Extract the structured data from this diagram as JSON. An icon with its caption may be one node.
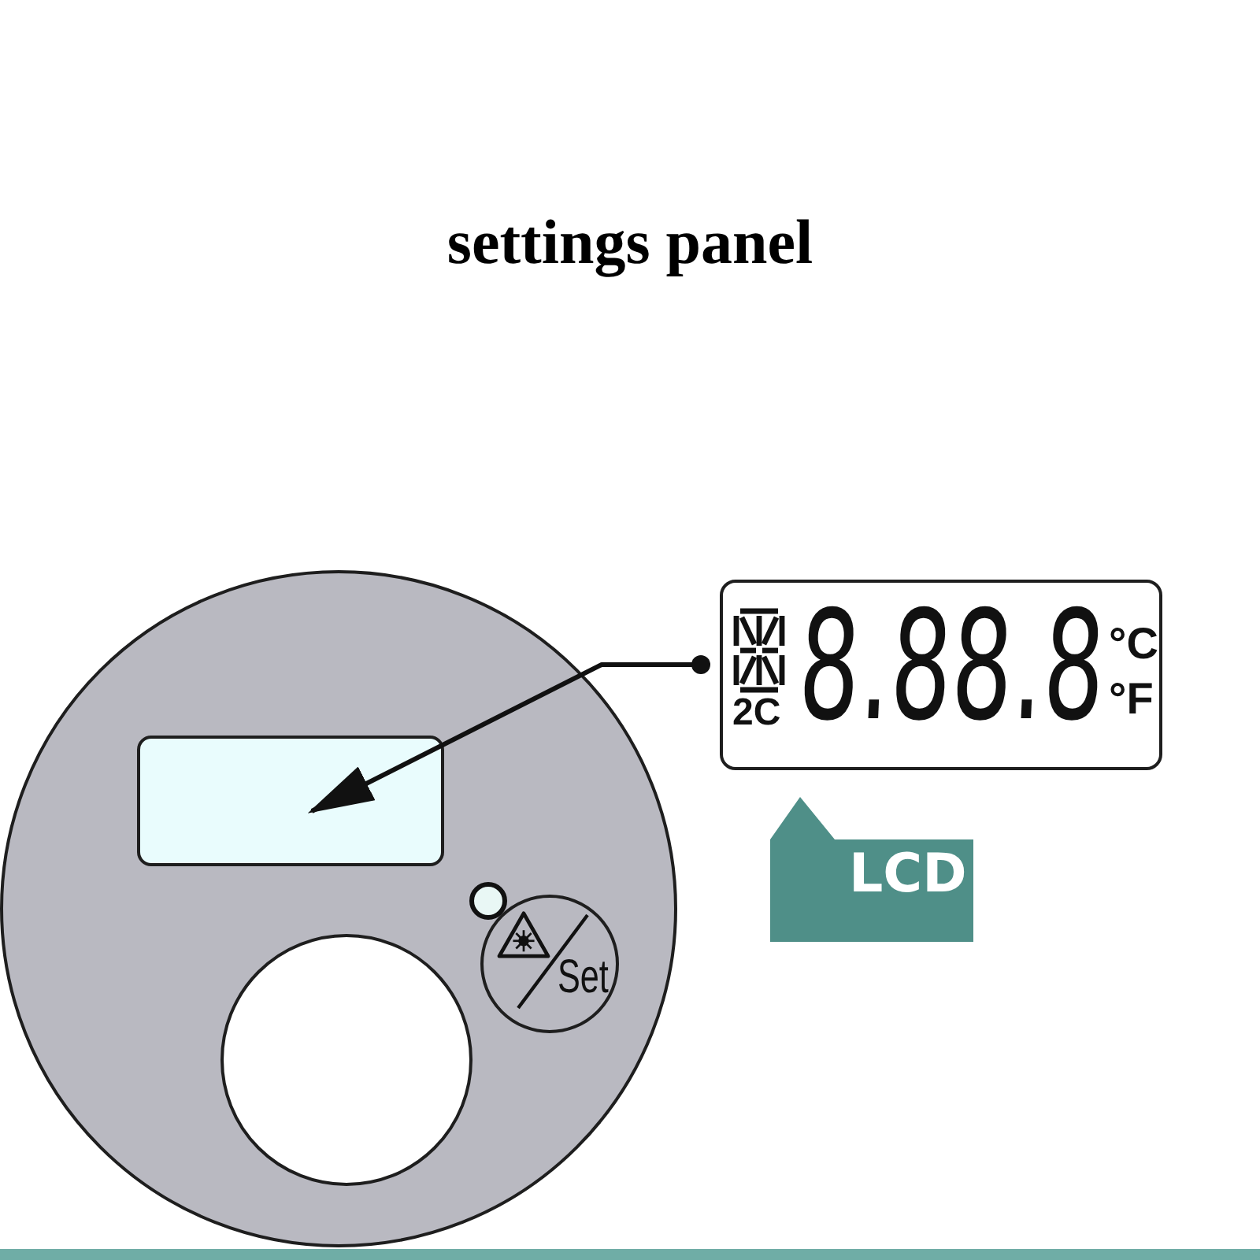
{
  "diagram": {
    "title": "settings panel",
    "nodes": [
      {
        "text": [],
        "shape": "circle"
      },
      {
        "text": [],
        "shape": "box",
        "in": 0
      },
      {
        "text": [],
        "shape": "circle",
        "in": 0
      },
      {
        "text": [
          "Set"
        ],
        "in": 0
      },
      {
        "text": [
          "2C",
          "8.88.8",
          "°C",
          "°F"
        ]
      },
      {
        "text": [
          "LCD"
        ]
      }
    ],
    "edges": [
      {
        "from": 4,
        "to": 1,
        "arrow": "to"
      }
    ]
  }
}
